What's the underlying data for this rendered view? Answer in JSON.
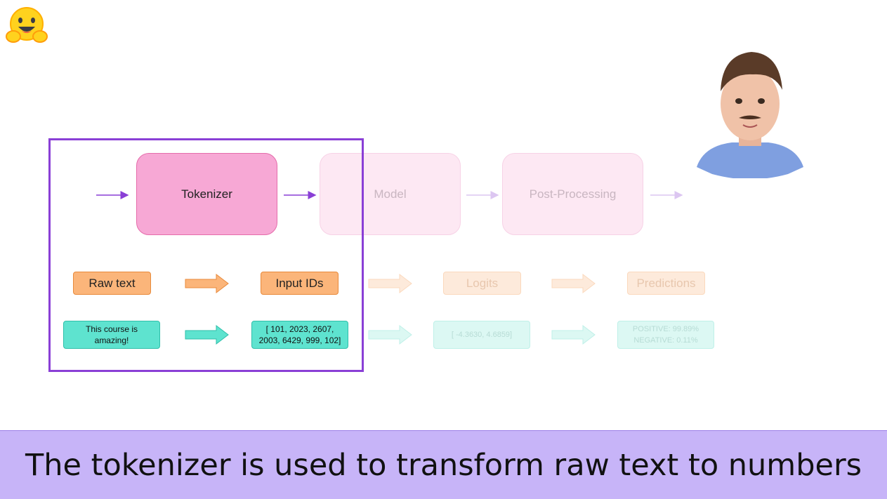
{
  "pipeline": {
    "stages": [
      "Tokenizer",
      "Model",
      "Post-Processing"
    ],
    "formats": [
      "Raw text",
      "Input IDs",
      "Logits",
      "Predictions"
    ],
    "examples": {
      "raw_text": "This course is\namazing!",
      "input_ids": "[ 101, 2023, 2607,\n2003, 6429, 999, 102]",
      "logits": "[ -4.3630, 4.6859]",
      "predictions": "POSITIVE: 99.89%\nNEGATIVE:  0.11%"
    }
  },
  "subtitle": "The tokenizer is used to transform raw text to numbers",
  "colors": {
    "highlight": "#8a3fd6",
    "stage_active": "#f7a8d5",
    "pill_active": "#fbb57a",
    "example_active": "#5ee3cf",
    "subtitle_bar": "#c7b4f8"
  },
  "icons": [
    "hugging-face-logo",
    "presenter-video"
  ]
}
